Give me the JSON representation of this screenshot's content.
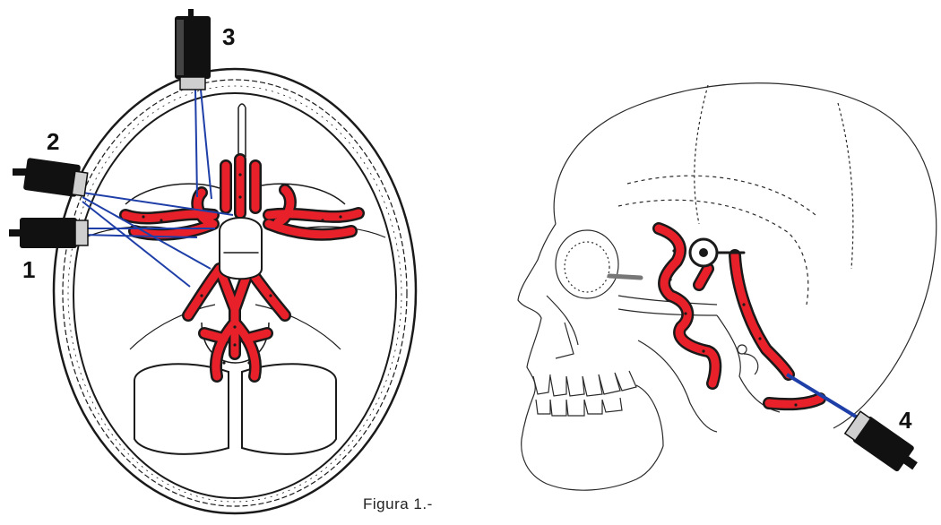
{
  "caption": "Figura 1.-",
  "labels": {
    "probe_1": "1",
    "probe_2": "2",
    "probe_3": "3",
    "probe_4": "4"
  },
  "colors": {
    "vessel": "#e8202a",
    "beam": "#1f3fa8",
    "ink": "#1a1a1a",
    "background": "#ffffff"
  },
  "icons": {
    "probe": "ultrasound-transducer",
    "vessels": "cerebral-arteries"
  }
}
